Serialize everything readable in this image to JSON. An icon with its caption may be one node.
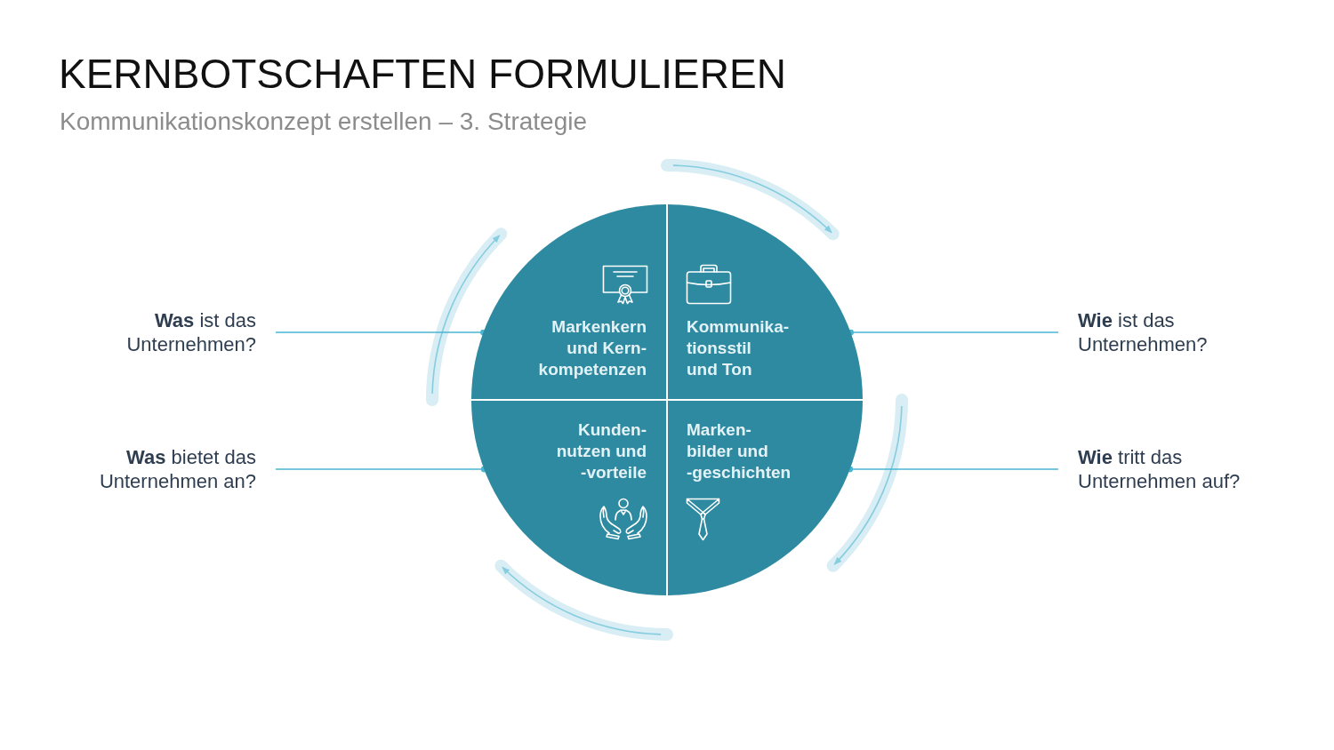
{
  "diagram": {
    "title": "KERNBOTSCHAFTEN FORMULIEREN",
    "nodes": [
      {
        "text": [
          "Markenkern und Kern- kompetenzen"
        ]
      },
      {
        "text": [
          "Kommunika- tionsstil und Ton"
        ]
      },
      {
        "text": [
          "Kunden- nutzen und -vorteile"
        ]
      },
      {
        "text": [
          "Marken- bilder und -geschichten"
        ]
      },
      {
        "text": [
          "**Was** ist das Unternehmen?"
        ]
      },
      {
        "text": [
          "**Wie** ist das Unternehmen?"
        ]
      },
      {
        "text": [
          "**Was** bietet das Unternehmen an?"
        ]
      },
      {
        "text": [
          "**Wie** tritt das Unternehmen auf?"
        ]
      }
    ],
    "edges": [
      {
        "from": 4,
        "to": 0,
        "arrow": "other"
      },
      {
        "from": 5,
        "to": 1,
        "arrow": "other"
      },
      {
        "from": 6,
        "to": 2,
        "arrow": "other"
      },
      {
        "from": 7,
        "to": 3,
        "arrow": "other"
      }
    ],
    "labels": [
      "Kommunikationskonzept erstellen – 3. Strategie"
    ]
  }
}
